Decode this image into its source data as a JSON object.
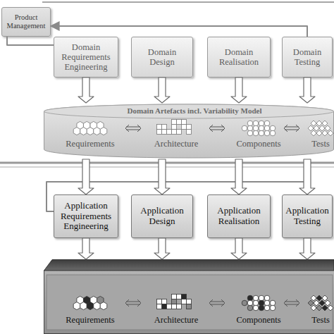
{
  "diagram": {
    "nodes": [
      {
        "text": [
          "Product Management"
        ]
      },
      {
        "text": [
          "Domain Requirements Engineering"
        ]
      },
      {
        "text": [
          "Domain Design"
        ]
      },
      {
        "text": [
          "Domain Realisation"
        ]
      },
      {
        "text": [
          "Domain Testing"
        ]
      },
      {
        "text": [
          "Domain Artefacts incl. Variability Model",
          "Requirements",
          "Architecture",
          "Components",
          "Tests"
        ]
      },
      {
        "text": [
          "Application Requirements Engineering"
        ]
      },
      {
        "text": [
          "Application Design"
        ]
      },
      {
        "text": [
          "Application Realisation"
        ]
      },
      {
        "text": [
          "Application Testing"
        ]
      },
      {
        "text": [
          "Requirements",
          "Architecture",
          "Components",
          "Tests"
        ]
      }
    ],
    "edges": [
      {
        "from": 0,
        "to": 1,
        "arrow": "none"
      },
      {
        "from": 4,
        "to": 0,
        "arrow": "to"
      },
      {
        "from": 1,
        "to": 5,
        "arrow": "to"
      },
      {
        "from": 2,
        "to": 5,
        "arrow": "to"
      },
      {
        "from": 3,
        "to": 5,
        "arrow": "to"
      },
      {
        "from": 4,
        "to": 5,
        "arrow": "to"
      },
      {
        "from": 5,
        "to": 6,
        "arrow": "to"
      },
      {
        "from": 5,
        "to": 7,
        "arrow": "to"
      },
      {
        "from": 5,
        "to": 8,
        "arrow": "to"
      },
      {
        "from": 5,
        "to": 9,
        "arrow": "to"
      },
      {
        "from": 9,
        "to": 6,
        "arrow": "none"
      },
      {
        "from": 6,
        "to": 10,
        "arrow": "to"
      },
      {
        "from": 7,
        "to": 10,
        "arrow": "to"
      },
      {
        "from": 8,
        "to": 10,
        "arrow": "to"
      },
      {
        "from": 9,
        "to": 10,
        "arrow": "to"
      }
    ]
  }
}
